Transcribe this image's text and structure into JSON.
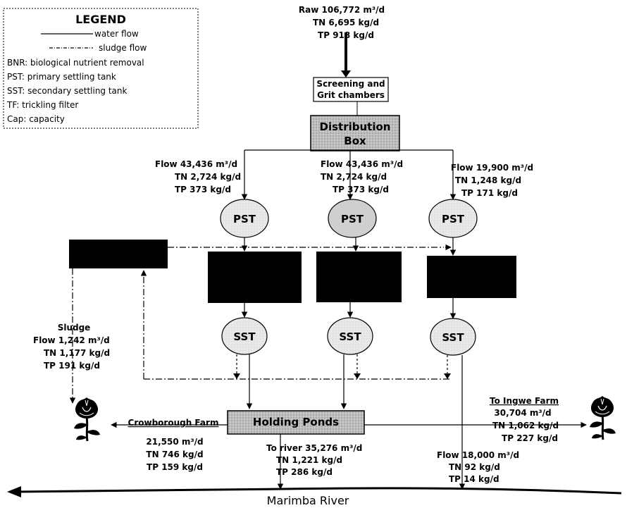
{
  "legend": {
    "title": "LEGEND",
    "items": [
      "water flow",
      "sludge flow",
      "BNR: biological nutrient removal",
      "PST:  primary settling tank",
      "SST:  secondary settling tank",
      "TF: trickling filter",
      "Cap:  capacity"
    ]
  },
  "raw": {
    "line1": "Raw 106,772 m³/d",
    "line2": "TN 6,695 kg/d",
    "line3": "TP 918 kg/d"
  },
  "nodes": {
    "screening_line1": "Screening and",
    "screening_line2": "Grit chambers",
    "distribution_line1": "Distribution",
    "distribution_line2": "Box",
    "pst": "PST",
    "sst": "SST",
    "holding": "Holding Ponds"
  },
  "branches": [
    {
      "flow": "Flow 43,436 m³/d",
      "tn": "TN 2,724 kg/d",
      "tp": "TP 373 kg/d"
    },
    {
      "flow": "Flow 43,436 m³/d",
      "tn": "TN 2,724 kg/d",
      "tp": "TP 373 kg/d"
    },
    {
      "flow": "Flow 19,900 m³/d",
      "tn": "TN 1,248 kg/d",
      "tp": "TP 171 kg/d"
    }
  ],
  "sludge": {
    "title": "Sludge",
    "flow": "Flow 1,242 m³/d",
    "tn": "TN 1,177 kg/d",
    "tp": "TP 191 kg/d"
  },
  "crowborough": {
    "title": "Crowborough Farm",
    "flow": "21,550 m³/d",
    "tn": "TN 746 kg/d",
    "tp": "TP 159 kg/d"
  },
  "ingwe": {
    "title": "To Ingwe Farm",
    "flow": "30,704 m³/d",
    "tn": "TN 1,062 kg/d",
    "tp": "TP 227 kg/d"
  },
  "to_river": {
    "flow": "To river 35,276 m³/d",
    "tn": "TN 1,221 kg/d",
    "tp": "TP 286 kg/d"
  },
  "direct_river": {
    "flow": "Flow 18,000 m³/d",
    "tn": "TN 92 kg/d",
    "tp": "TP 14 kg/d"
  },
  "river": "Marimba River",
  "colors": {
    "ellipse_fill": "#e4e4e4",
    "box_fill": "#b8b8b8",
    "black_box": "#000000",
    "line": "#000000"
  },
  "icons": [
    "rose-icon"
  ]
}
